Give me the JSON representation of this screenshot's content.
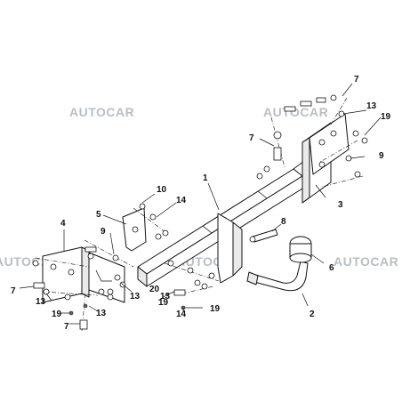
{
  "watermark": "AUTOCAR",
  "callouts": {
    "c1": "1",
    "c2": "2",
    "c3": "3",
    "c4": "4",
    "c5": "5",
    "c6": "6",
    "c7a": "7",
    "c7b": "7",
    "c7c": "7",
    "c7d": "7",
    "c8": "8",
    "c9a": "9",
    "c9b": "9",
    "c10": "10",
    "c13a": "13",
    "c13b": "13",
    "c13c": "13",
    "c13d": "13",
    "c13e": "13",
    "c14a": "14",
    "c14b": "14",
    "c19a": "19",
    "c19b": "19",
    "c19c": "19",
    "c19d": "19",
    "c20": "20"
  }
}
